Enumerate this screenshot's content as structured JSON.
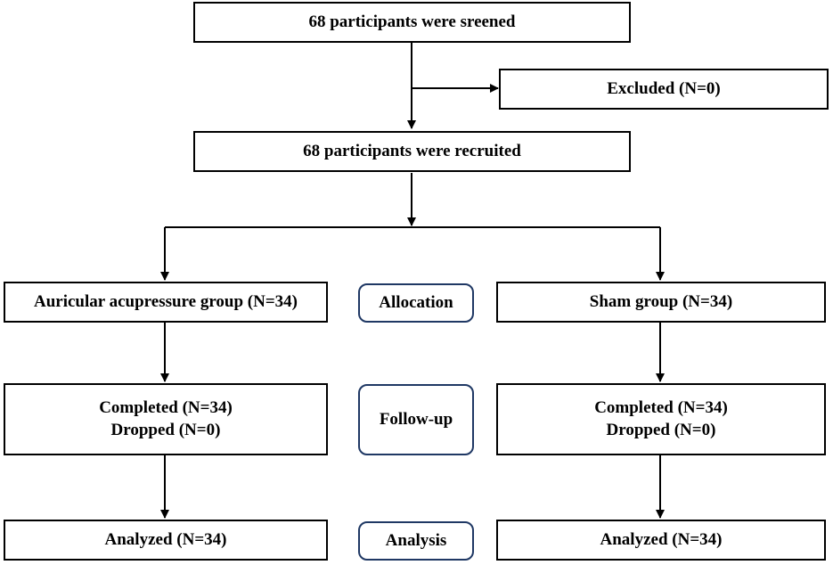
{
  "flowchart": {
    "screened": "68 participants were sreened",
    "excluded": "Excluded (N=0)",
    "recruited": "68 participants were recruited",
    "left_group": "Auricular acupressure group (N=34)",
    "right_group": "Sham group  (N=34)",
    "left_followup": {
      "completed": "Completed (N=34)",
      "dropped": "Dropped (N=0)"
    },
    "right_followup": {
      "completed": "Completed (N=34)",
      "dropped": "Dropped (N=0)"
    },
    "left_analyzed": "Analyzed (N=34)",
    "right_analyzed": "Analyzed (N=34)"
  },
  "stages": {
    "allocation": "Allocation",
    "followup": "Follow-up",
    "analysis": "Analysis"
  },
  "colors": {
    "line": "#000000",
    "stage_border": "#1f3864",
    "background": "#ffffff"
  }
}
